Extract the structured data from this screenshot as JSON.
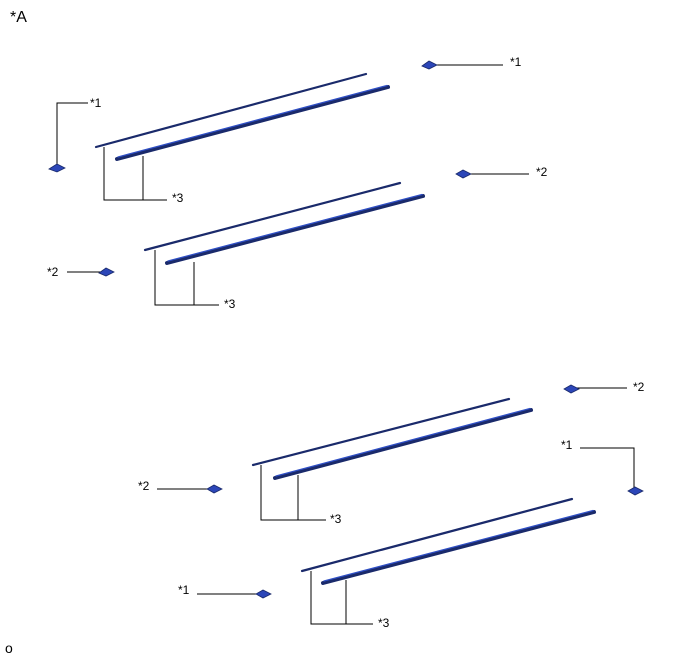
{
  "view_label": "*A",
  "figure_code": "o",
  "callouts": {
    "one": "*1",
    "two": "*2",
    "three": "*3"
  },
  "colors": {
    "strip_dark": "#1a2a6b",
    "strip_blue": "#2f4fc4",
    "clip_blue": "#2c46b8",
    "leader": "#000000"
  }
}
